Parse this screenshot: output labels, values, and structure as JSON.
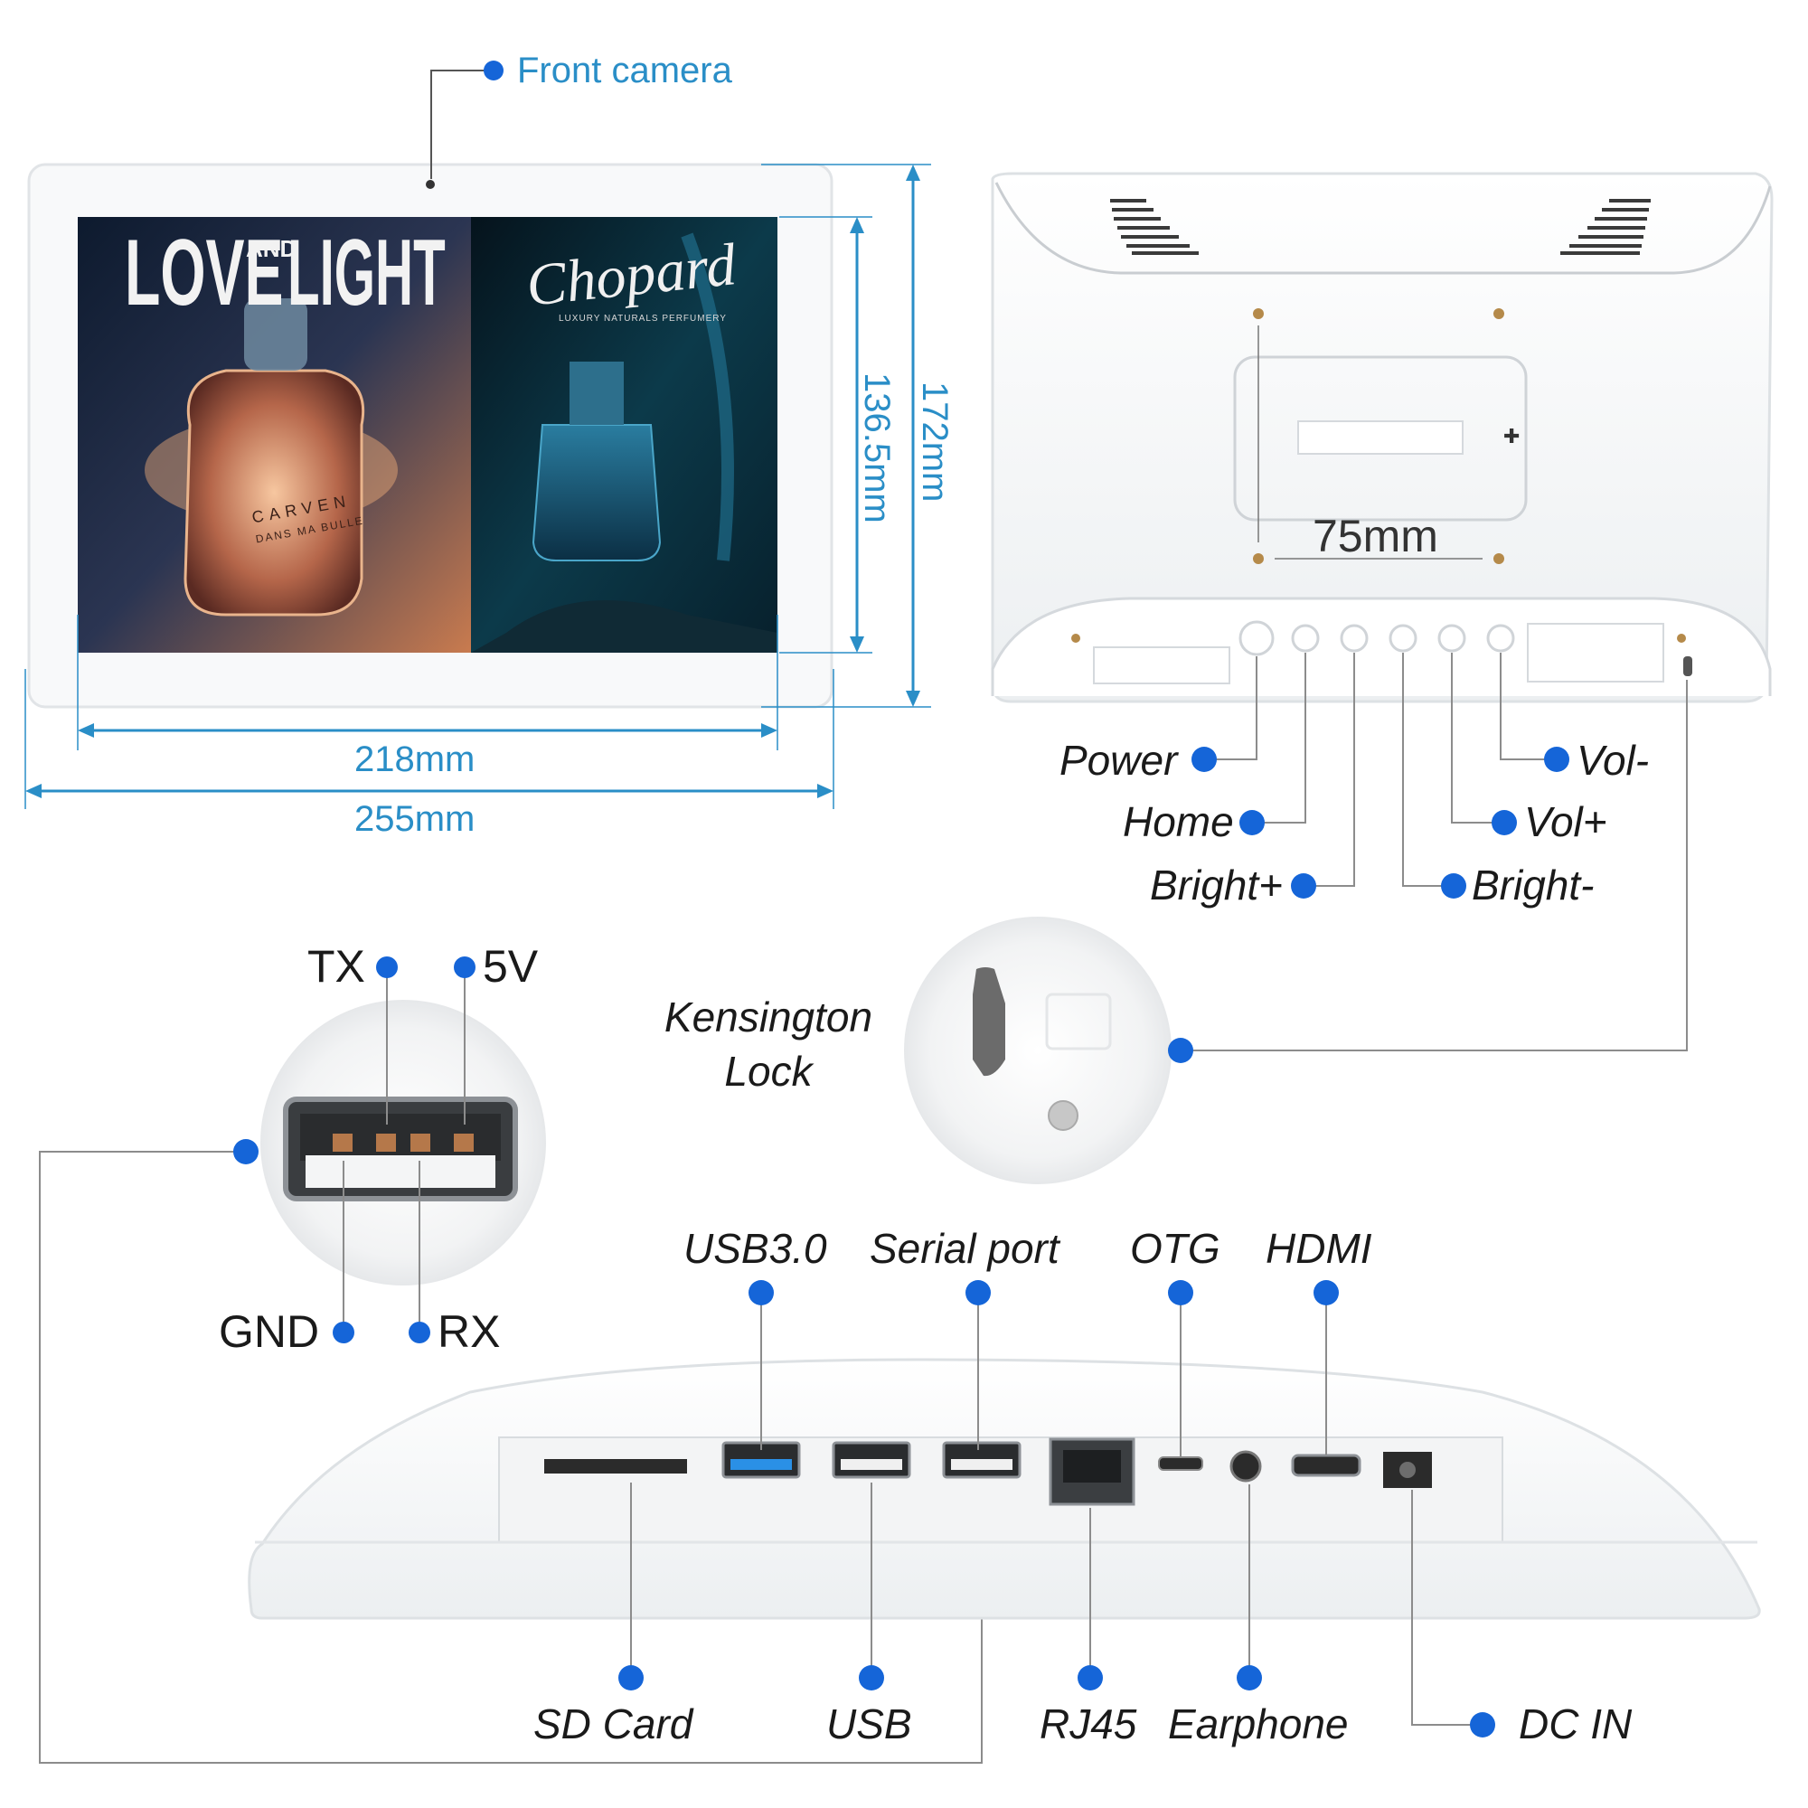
{
  "front_view": {
    "camera_label": "Front camera",
    "screen_width_label": "218mm",
    "total_width_label": "255mm",
    "screen_height_label": "136.5mm",
    "total_height_label": "172mm",
    "ad_left": {
      "word1": "LOVE",
      "word_mid": "AND",
      "word2": "LIGHT",
      "bottle_brand": "CARVEN",
      "bottle_sub": "DANS MA BULLE"
    },
    "ad_right": {
      "brand": "Chopard",
      "tagline": "LUXURY NATURALS PERFUMERY"
    }
  },
  "back_view": {
    "vesa_label": "75mm",
    "buttons": [
      {
        "label": "Power"
      },
      {
        "label": "Home"
      },
      {
        "label": "Bright+"
      },
      {
        "label": "Bright-"
      },
      {
        "label": "Vol+"
      },
      {
        "label": "Vol-"
      }
    ],
    "lock_label_line1": "Kensington",
    "lock_label_line2": "Lock"
  },
  "usb_pinout": {
    "pins": [
      {
        "label": "TX"
      },
      {
        "label": "5V"
      },
      {
        "label": "GND"
      },
      {
        "label": "RX"
      }
    ]
  },
  "bottom_ports": {
    "top_labels": [
      {
        "label": "USB3.0"
      },
      {
        "label": "Serial port"
      },
      {
        "label": "OTG"
      },
      {
        "label": "HDMI"
      }
    ],
    "bottom_labels": [
      {
        "label": "SD Card"
      },
      {
        "label": "USB"
      },
      {
        "label": "RJ45"
      },
      {
        "label": "Earphone"
      },
      {
        "label": "DC IN"
      }
    ]
  },
  "colors": {
    "dimension": "#2a8ec7",
    "dot": "#1565d8",
    "leader": "#9a9a9a",
    "device": "#f4f5f6"
  }
}
